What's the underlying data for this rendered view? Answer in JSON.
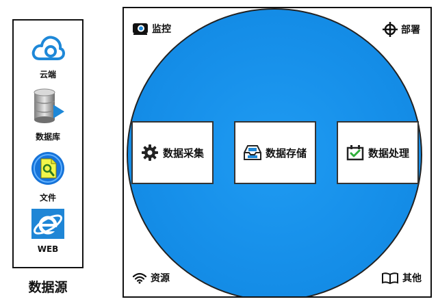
{
  "data_sources": {
    "title": "数据源",
    "items": [
      {
        "label": "云端",
        "icon": "cloud-icon"
      },
      {
        "label": "数据库",
        "icon": "database-icon"
      },
      {
        "label": "文件",
        "icon": "file-search-icon"
      },
      {
        "label": "WEB",
        "icon": "ie-browser-icon"
      }
    ]
  },
  "platform": {
    "corners": {
      "monitor": {
        "label": "监控",
        "icon": "monitor-icon"
      },
      "deploy": {
        "label": "部署",
        "icon": "crosshair-icon"
      },
      "resources": {
        "label": "资源",
        "icon": "wifi-icon"
      },
      "other": {
        "label": "其他",
        "icon": "book-icon"
      }
    },
    "modules": [
      {
        "label": "数据采集",
        "icon": "gear-icon"
      },
      {
        "label": "数据存储",
        "icon": "storage-icon"
      },
      {
        "label": "数据处理",
        "icon": "processing-icon"
      }
    ],
    "colors": {
      "circle": "#1b95ee",
      "accent": "#1e88d8",
      "process_check": "#2fae3a"
    }
  }
}
